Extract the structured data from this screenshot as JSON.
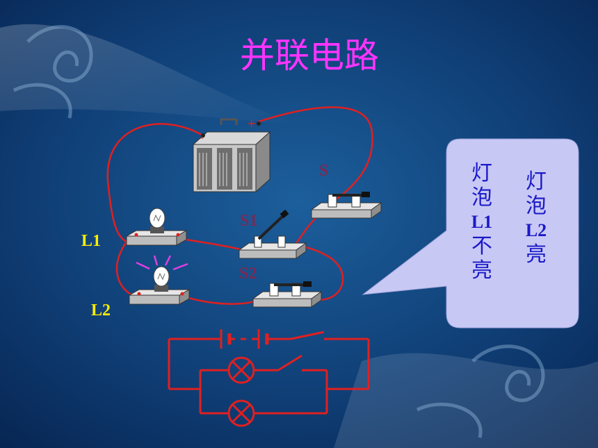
{
  "slide": {
    "title": "并联电路",
    "labels": {
      "l1": "L1",
      "l2": "L2",
      "s": "S",
      "s1": "S1",
      "s2": "S2"
    },
    "battery": {
      "minus": "-",
      "plus": "+"
    },
    "callout": {
      "col_left": [
        "灯",
        "泡",
        "L1",
        "不",
        "亮"
      ],
      "col_right": [
        "灯",
        "泡",
        "L2",
        "亮"
      ]
    }
  },
  "colors": {
    "title": "#ff33ff",
    "wire": "#e02020",
    "label": "#ffee00",
    "callout_text": "#1a1ac8",
    "callout_bg": "#c8c8f5"
  },
  "icons": [
    "battery-icon",
    "light-bulb-icon",
    "knife-switch-icon",
    "lamp-symbol-icon",
    "cell-symbol-icon"
  ]
}
